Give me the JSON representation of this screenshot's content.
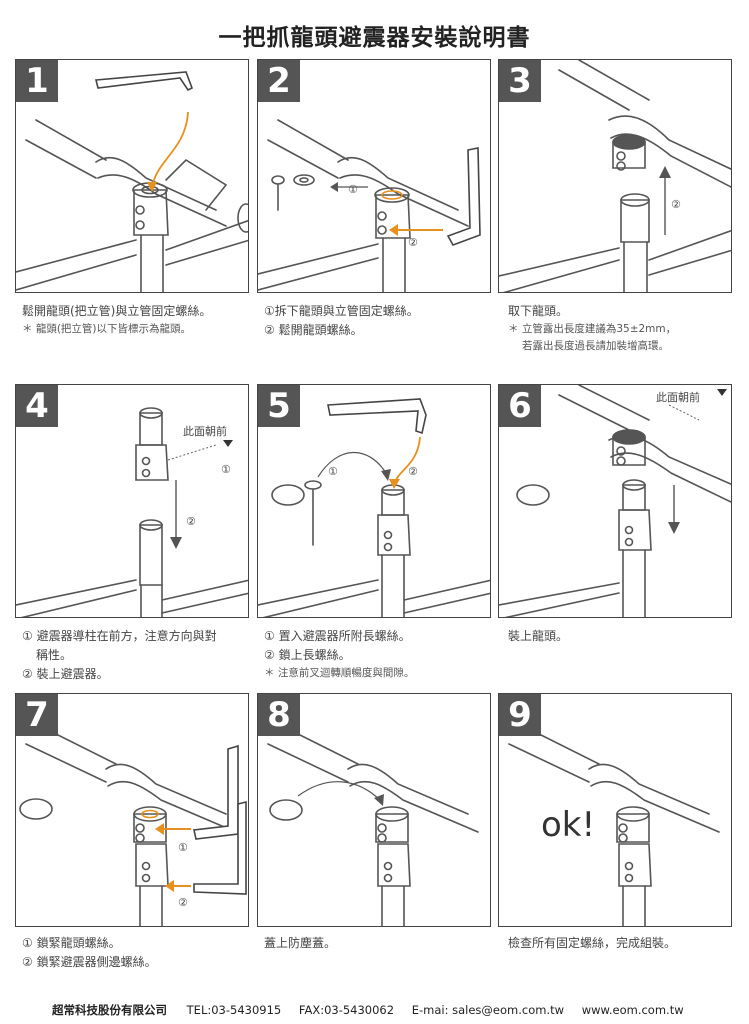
{
  "title": "一把抓龍頭避震器安裝說明書",
  "colors": {
    "arrow_orange": "#e8901e",
    "line": "#555555",
    "number_bg": "#555555"
  },
  "steps": [
    {
      "num": "1",
      "lines": [
        "鬆開龍頭(把立管)與立管固定螺絲。"
      ],
      "note": [
        "＊ 龍頭(把立管)以下皆標示為龍頭。"
      ]
    },
    {
      "num": "2",
      "lines": [
        "①拆下龍頭與立管固定螺絲。",
        "② 鬆開龍頭螺絲。"
      ],
      "labels": [
        "①",
        "②"
      ]
    },
    {
      "num": "3",
      "lines": [
        "取下龍頭。"
      ],
      "note": [
        "＊ 立管露出長度建議為35±2mm，",
        "若露出長度過長請加裝增高環。"
      ],
      "labels": [
        "②"
      ]
    },
    {
      "num": "4",
      "lines": [
        "① 避震器導柱在前方，注意方向與對",
        "稱性。",
        "② 裝上避震器。"
      ],
      "labels": [
        "此面朝前",
        "①",
        "②"
      ]
    },
    {
      "num": "5",
      "lines": [
        "① 置入避震器所附長螺絲。",
        "② 鎖上長螺絲。"
      ],
      "note": [
        "＊ 注意前叉迴轉順暢度與間隙。"
      ],
      "labels": [
        "①",
        "②"
      ]
    },
    {
      "num": "6",
      "lines": [
        "裝上龍頭。"
      ],
      "labels": [
        "此面朝前"
      ]
    },
    {
      "num": "7",
      "lines": [
        "① 鎖緊龍頭螺絲。",
        "② 鎖緊避震器側邊螺絲。"
      ],
      "labels": [
        "①",
        "②"
      ]
    },
    {
      "num": "8",
      "lines": [
        "蓋上防塵蓋。"
      ]
    },
    {
      "num": "9",
      "lines": [
        "檢查所有固定螺絲，完成組裝。"
      ],
      "labels": [
        "ok!"
      ]
    }
  ],
  "footer": {
    "company": "超常科技股份有限公司",
    "tel": "TEL:03-5430915",
    "fax": "FAX:03-5430062",
    "email": "E-mai: sales@eom.com.tw",
    "web": "www.eom.com.tw"
  }
}
